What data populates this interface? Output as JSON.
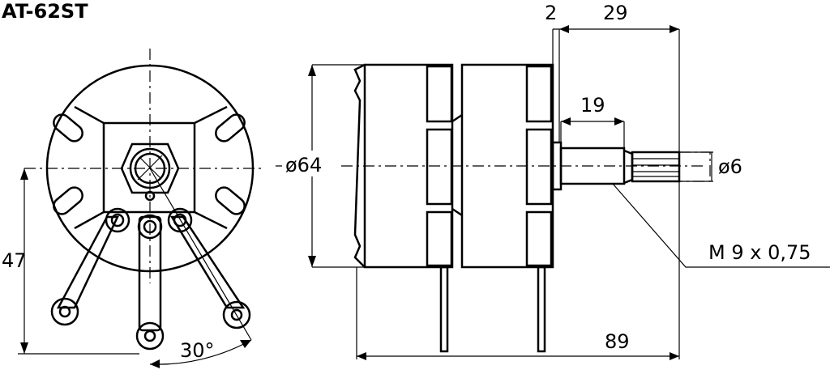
{
  "title": "AT-62ST",
  "dimensions": {
    "shaft_gap": "2",
    "shaft_total": "29",
    "shaft_smooth": "19",
    "body_diameter": "ø64",
    "shaft_diameter": "ø6",
    "thread": "M 9 x 0,75",
    "height": "47",
    "total_length": "89",
    "terminal_angle": "30°"
  }
}
